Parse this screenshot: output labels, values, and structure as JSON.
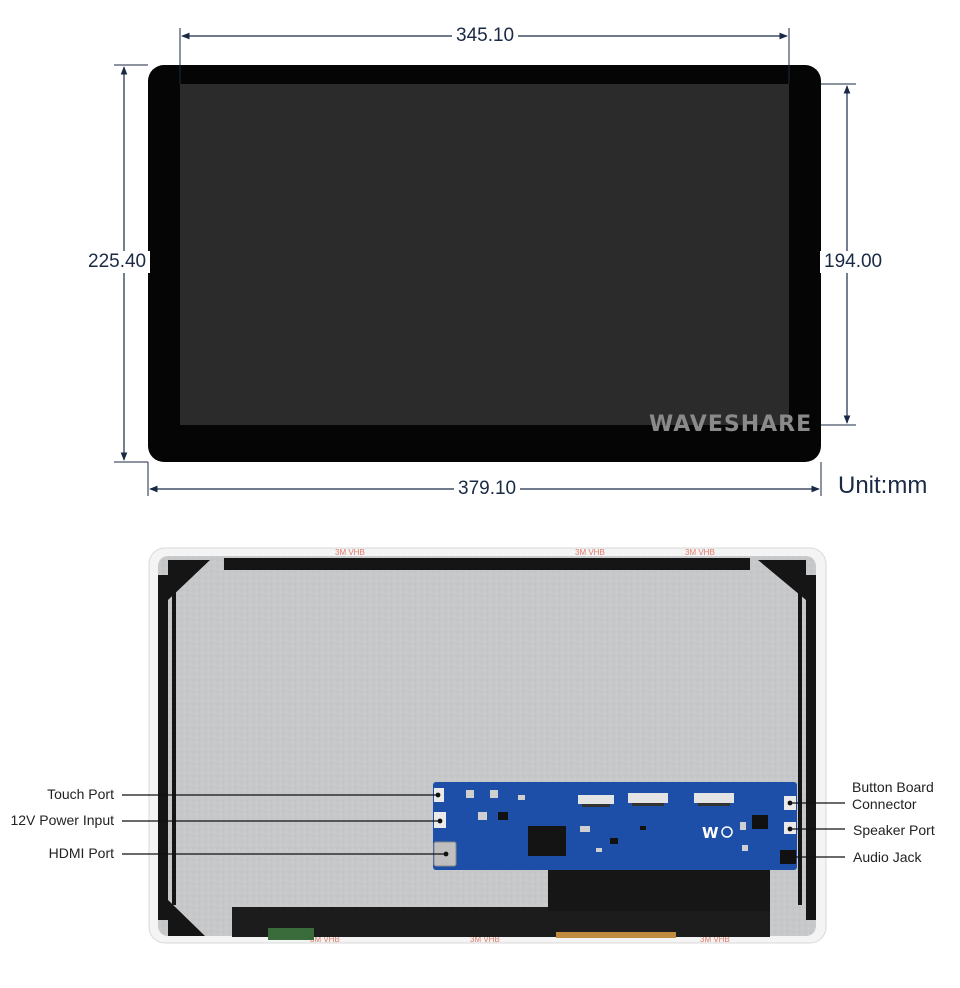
{
  "diagram": {
    "dimensions": {
      "active_width": "345.10",
      "outline_height": "225.40",
      "active_height": "194.00",
      "outline_width": "379.10"
    },
    "unit_label": "Unit:mm",
    "brand_text": "WAVESHARE",
    "callouts": {
      "touch_port": "Touch Port",
      "power_input": "12V Power Input",
      "hdmi_port": "HDMI Port",
      "button_board_line1": "Button Board",
      "button_board_line2": "Connector",
      "speaker_port": "Speaker Port",
      "audio_jack": "Audio Jack"
    },
    "colors": {
      "dimension_line": "#1a2a44",
      "bezel": "#050505",
      "screen": "#2b2b2b",
      "back_panel": "#c4c6c8",
      "pcb": "#1d4fa8"
    }
  }
}
